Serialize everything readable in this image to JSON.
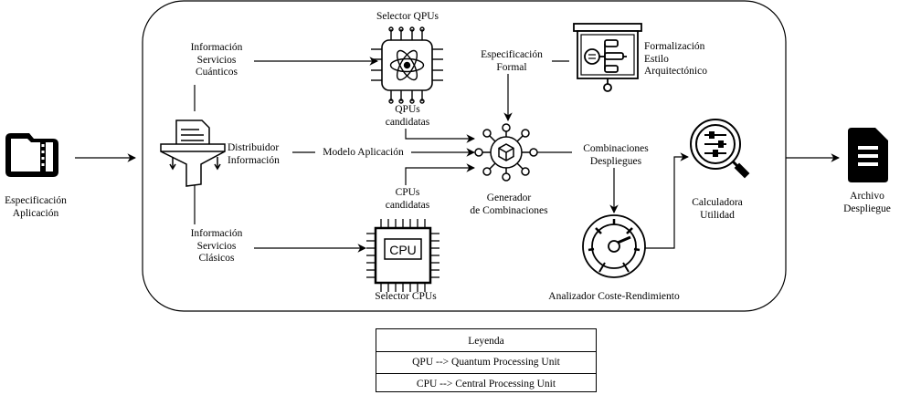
{
  "inputs": {
    "spec_app": [
      "Especificación",
      "Aplicación"
    ],
    "output_file": [
      "Archivo",
      "Despliegue"
    ]
  },
  "nodes": {
    "distribuidor": [
      "Distribuidor",
      "Información"
    ],
    "selector_qpus": "Selector QPUs",
    "selector_cpus": "Selector CPUs",
    "formalizacion": [
      "Formalización",
      "Estilo",
      "Arquitectónico"
    ],
    "generador": [
      "Generador",
      "de Combinaciones"
    ],
    "analizador": "Analizador Coste-Rendimiento",
    "calculadora": [
      "Calculadora",
      "Utilidad"
    ],
    "cpu_chip_text": "CPU"
  },
  "edges": {
    "info_cuanticos": [
      "Información",
      "Servicios",
      "Cuánticos"
    ],
    "info_clasicos": [
      "Información",
      "Servicios",
      "Clásicos"
    ],
    "modelo_aplicacion": "Modelo Aplicación",
    "qpus_candidatas": [
      "QPUs",
      "candidatas"
    ],
    "cpus_candidatas": [
      "CPUs",
      "candidatas"
    ],
    "especificacion_formal": [
      "Especificación",
      "Formal"
    ],
    "combinaciones_despliegues": [
      "Combinaciones",
      "Despliegues"
    ]
  },
  "legend": {
    "title": "Leyenda",
    "rows": [
      "QPU --> Quantum Processing Unit",
      "CPU --> Central Processing Unit"
    ]
  }
}
